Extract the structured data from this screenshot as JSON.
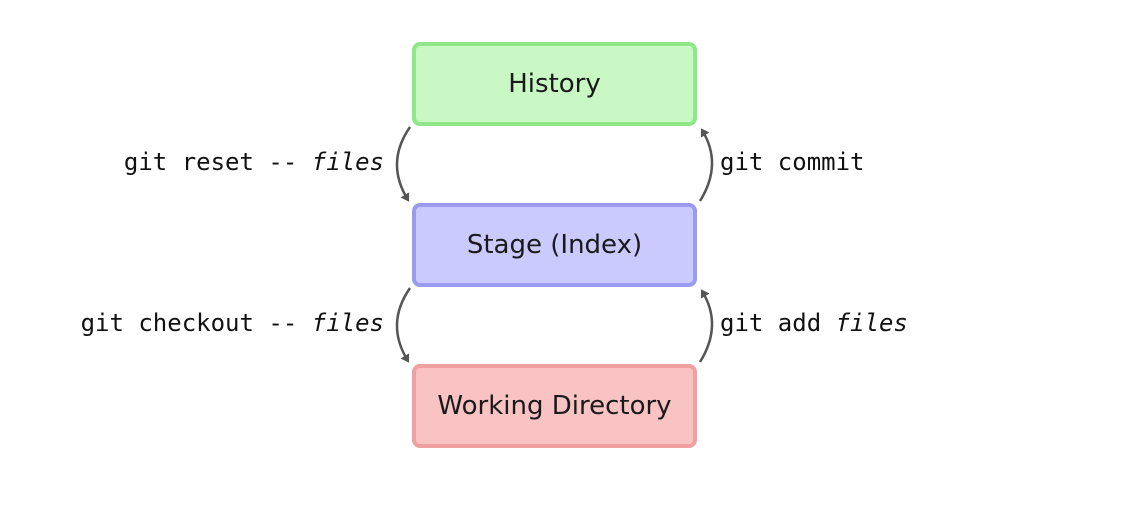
{
  "nodes": {
    "history": "History",
    "stage": "Stage (Index)",
    "working": "Working Directory"
  },
  "commands": {
    "reset": {
      "cmd": "git reset -- ",
      "arg": "files"
    },
    "checkout": {
      "cmd": "git checkout -- ",
      "arg": "files"
    },
    "commit": {
      "cmd": "git commit",
      "arg": ""
    },
    "add": {
      "cmd": "git add ",
      "arg": "files"
    }
  },
  "colors": {
    "history_fill": "#c9f8c4",
    "history_border": "#8ee88a",
    "stage_fill": "#cacaff",
    "stage_border": "#9a9af0",
    "working_fill": "#f9c3c3",
    "working_border": "#f0a0a0",
    "arrow": "#555555"
  }
}
